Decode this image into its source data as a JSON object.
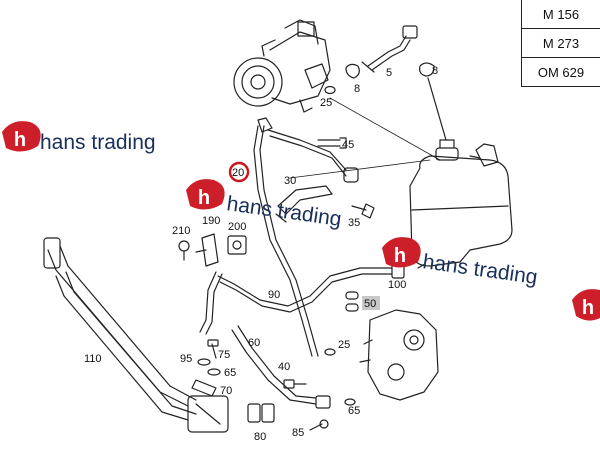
{
  "engine_codes": [
    "M 156",
    "M 273",
    "OM 629"
  ],
  "watermark": {
    "brand": "hans trading",
    "logo_letter": "h",
    "logo_color": "#cc1f2a",
    "text_color": "#1a2f5a"
  },
  "highlight_color": "#d0121b",
  "labels": {
    "p5": "5",
    "p8a": "8",
    "p8b": "8",
    "p25a": "25",
    "p45": "45",
    "p20": "20",
    "p30": "30",
    "p35": "35",
    "p210": "210",
    "p190": "190",
    "p200": "200",
    "p100": "100",
    "p90": "90",
    "p50": "50",
    "p110": "110",
    "p60": "60",
    "p25b": "25",
    "p95": "95",
    "p75": "75",
    "p65a": "65",
    "p40": "40",
    "p70": "70",
    "p65b": "65",
    "p80": "80",
    "p85": "85"
  }
}
